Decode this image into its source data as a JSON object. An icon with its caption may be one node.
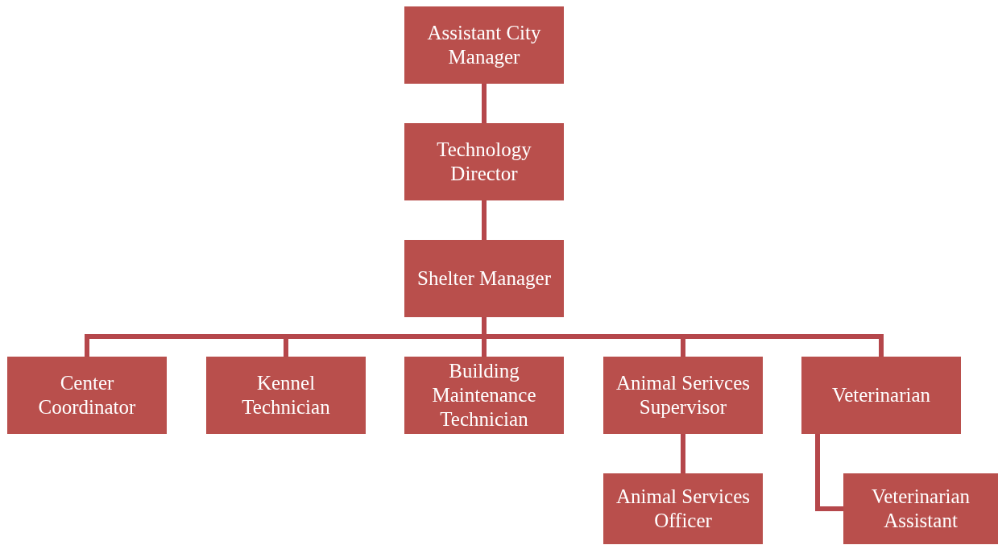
{
  "diagram": {
    "nodes": [
      {
        "text": [
          "Assistant City Manager"
        ]
      },
      {
        "text": [
          "Technology Director"
        ]
      },
      {
        "text": [
          "Shelter Manager"
        ]
      },
      {
        "text": [
          "Center Coordinator"
        ]
      },
      {
        "text": [
          "Kennel Technician"
        ]
      },
      {
        "text": [
          "Building Maintenance Technician"
        ]
      },
      {
        "text": [
          "Animal Serivces Supervisor"
        ]
      },
      {
        "text": [
          "Veterinarian"
        ]
      },
      {
        "text": [
          "Animal Services Officer"
        ]
      },
      {
        "text": [
          "Veterinarian Assistant"
        ]
      }
    ],
    "edges": [
      {
        "from": 0,
        "to": 1,
        "arrow": "none"
      },
      {
        "from": 1,
        "to": 2,
        "arrow": "none"
      },
      {
        "from": 2,
        "to": 3,
        "arrow": "none"
      },
      {
        "from": 2,
        "to": 4,
        "arrow": "none"
      },
      {
        "from": 2,
        "to": 5,
        "arrow": "none"
      },
      {
        "from": 2,
        "to": 6,
        "arrow": "none"
      },
      {
        "from": 2,
        "to": 7,
        "arrow": "none"
      },
      {
        "from": 6,
        "to": 8,
        "arrow": "none"
      },
      {
        "from": 7,
        "to": 9,
        "arrow": "none"
      }
    ]
  }
}
